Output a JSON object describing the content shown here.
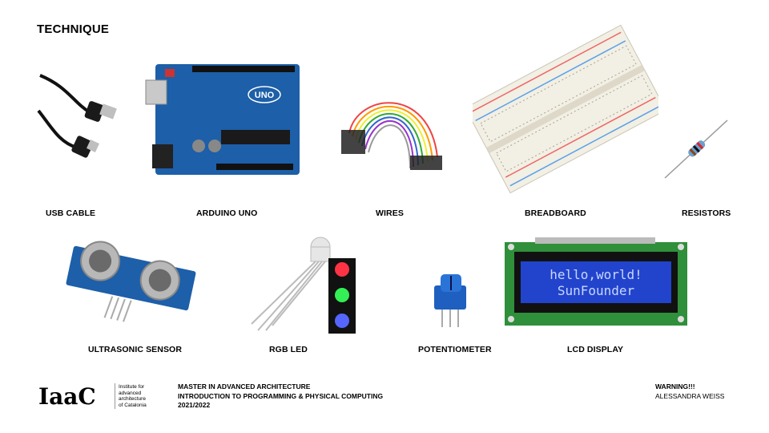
{
  "page": {
    "title": "TECHNIQUE"
  },
  "components": {
    "usb_cable": "USB CABLE",
    "arduino_uno": "ARDUINO UNO",
    "wires": "WIRES",
    "breadboard": "BREADBOARD",
    "resistors": "RESISTORS",
    "ultrasonic_sensor": "ULTRASONIC SENSOR",
    "rgb_led": "RGB LED",
    "potentiometer": "POTENTIOMETER",
    "lcd_display": "LCD DISPLAY"
  },
  "images": {
    "arduino_board_text": "UNO",
    "lcd_line1": "hello,world!",
    "lcd_line2": "SunFounder"
  },
  "footer": {
    "logo_mark": "IaaC",
    "logo_lines": [
      "Institute for",
      "advanced",
      "architecture",
      "of Catalonia"
    ],
    "program_lines": [
      "MASTER IN ADVANCED ARCHITECTURE",
      "INTRODUCTION TO PROGRAMMING & PHYSICAL COMPUTING",
      "2021/2022"
    ],
    "warning": "WARNING!!!",
    "author": "ALESSANDRA WEISS"
  },
  "colors": {
    "arduino_blue": "#1d5fa8",
    "lcd_blue": "#2244cc",
    "pcb_green": "#2f8f3a",
    "breadboard": "#f2efe4"
  }
}
